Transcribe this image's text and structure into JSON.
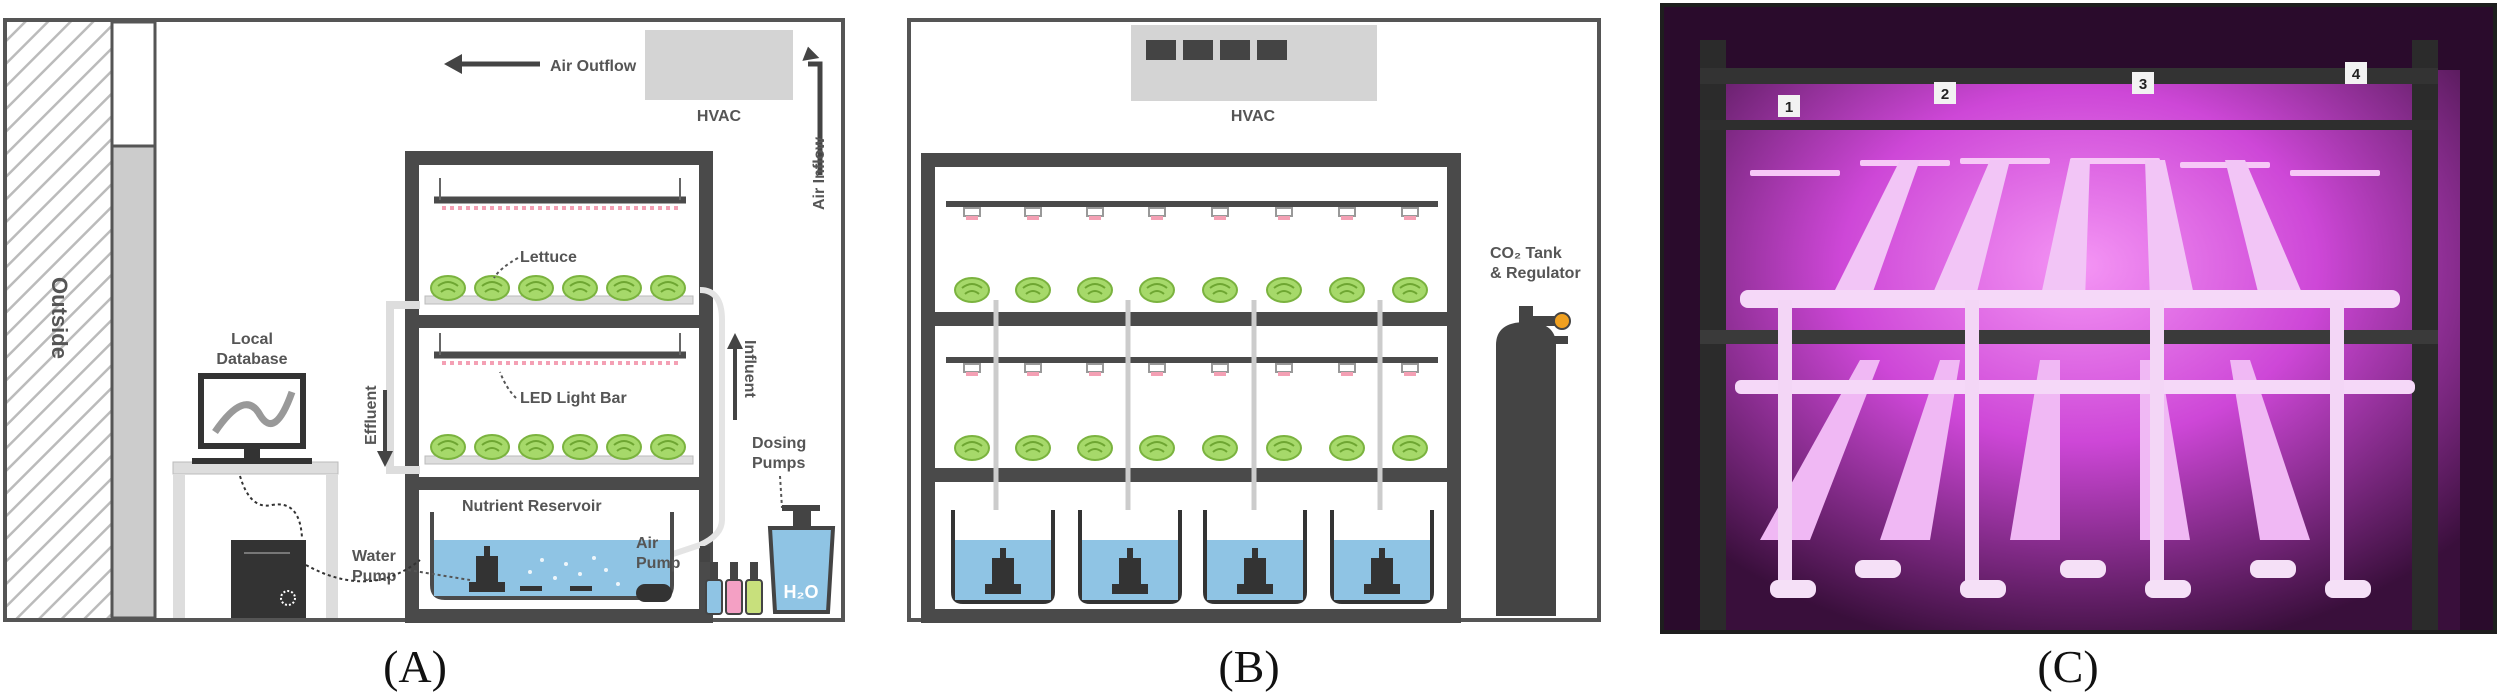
{
  "panels": {
    "a": {
      "caption": "(A)",
      "outside": "Outside",
      "hvac": "HVAC",
      "air_outflow": "Air Outflow",
      "air_inflow": "Air Inflow",
      "lettuce": "Lettuce",
      "led_light_bar": "LED Light Bar",
      "influent": "Influent",
      "effluent": "Effluent",
      "local_database_line1": "Local",
      "local_database_line2": "Database",
      "nutrient_reservoir": "Nutrient Reservoir",
      "water_pump_line1": "Water",
      "water_pump_line2": "Pump",
      "air_pump_line1": "Air",
      "air_pump_line2": "Pump",
      "dosing_pumps_line1": "Dosing",
      "dosing_pumps_line2": "Pumps",
      "h2o": "H₂O"
    },
    "b": {
      "caption": "(B)",
      "hvac": "HVAC",
      "co2_line1": "CO₂ Tank",
      "co2_line2": "& Regulator"
    },
    "c": {
      "caption": "(C)",
      "shelf_numbers": [
        "1",
        "2",
        "3",
        "4"
      ]
    }
  },
  "colors": {
    "frame": "#4a4a4a",
    "water": "#8fc4e4",
    "lettuce": "#a6d96a",
    "led_light": "#f4a0b4",
    "grow_light": "#e85ce8"
  },
  "icons": [
    "arrow-icon",
    "monitor-icon",
    "computer-tower-icon",
    "lettuce-icon",
    "pump-icon",
    "bottle-icon",
    "bucket-icon",
    "gas-tank-icon"
  ]
}
